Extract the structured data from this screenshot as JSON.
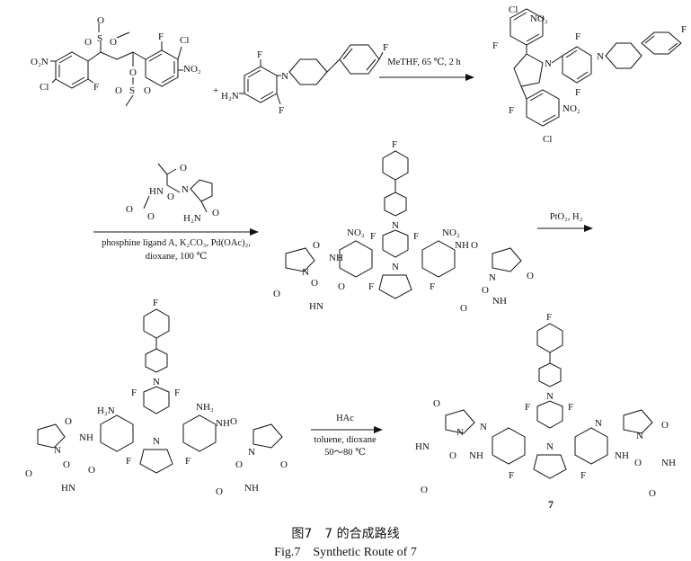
{
  "caption": {
    "chinese": "图7　7 的合成路线",
    "english": "Fig.7　Synthetic Route of 7"
  },
  "compound_labels": {
    "final": "7"
  },
  "steps": [
    {
      "id": "step1",
      "conditions": [
        "MeTHF, 65 ℃, 2 h"
      ]
    },
    {
      "id": "step2",
      "conditions": [
        "phosphine  ligand A, K₂CO₃, Pd(OAc)₂,",
        "dioxane, 100 ℃"
      ]
    },
    {
      "id": "step3",
      "conditions": [
        "PtO₂, H₂"
      ]
    },
    {
      "id": "step4",
      "conditions": [
        "HAc",
        "toluene, dioxane",
        "50～80 ℃"
      ]
    }
  ],
  "plus_sign": "+",
  "atoms": {
    "F": "F",
    "Cl": "Cl",
    "N": "N",
    "O": "O",
    "S": "S",
    "NO2": "NO₂",
    "O2N": "O₂N",
    "H2N": "H₂N",
    "NH2": "NH₂",
    "NH": "NH",
    "HN": "HN",
    "H": "H",
    "O_methoxy": "O",
    "OSO2": "O",
    "SO2_O": "O"
  }
}
